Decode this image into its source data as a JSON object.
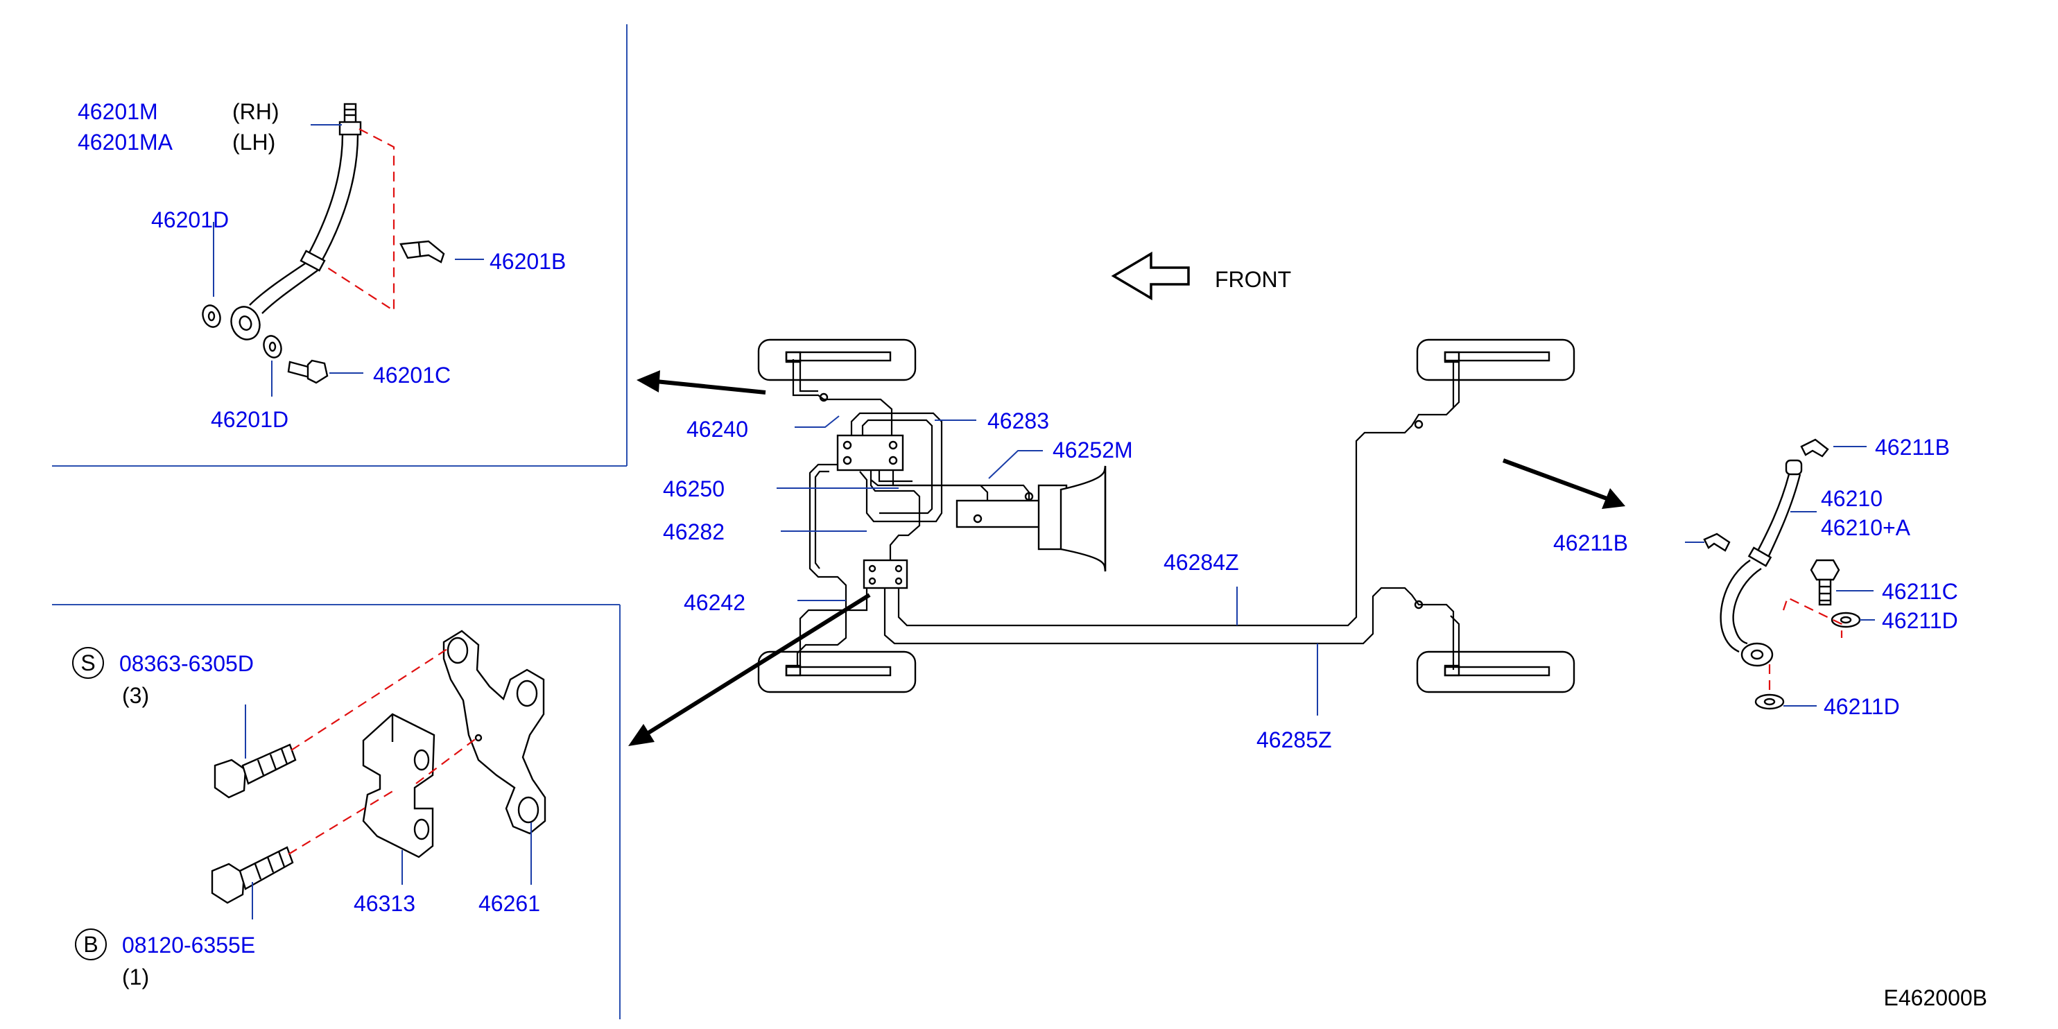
{
  "diagram_code": "E462000B",
  "front_label": "FRONT",
  "top_left": {
    "hose_rh": "46201M",
    "hose_lh": "46201MA",
    "rh": "(RH)",
    "lh": "(LH)",
    "washer_upper": "46201D",
    "washer_lower": "46201D",
    "clip": "46201B",
    "bolt": "46201C"
  },
  "bottom_left": {
    "bolt_s": {
      "symbol": "S",
      "part": "08363-6305D",
      "qty": "(3)"
    },
    "bolt_b": {
      "symbol": "B",
      "part": "08120-6355E",
      "qty": "(1)"
    },
    "block": "46313",
    "bracket": "46261"
  },
  "center": {
    "front_pipe": "46240",
    "pipe_a": "46283",
    "booster_pipe": "46252M",
    "connector": "46250",
    "pipe_b": "46282",
    "pipe_c": "46242",
    "rear_pipe_1": "46284Z",
    "rear_pipe_2": "46285Z"
  },
  "right": {
    "clip_upper": "46211B",
    "clip_left": "46211B",
    "hose": "46210",
    "hose_alt": "46210+A",
    "bolt": "46211C",
    "washer_upper": "46211D",
    "washer_lower": "46211D"
  }
}
